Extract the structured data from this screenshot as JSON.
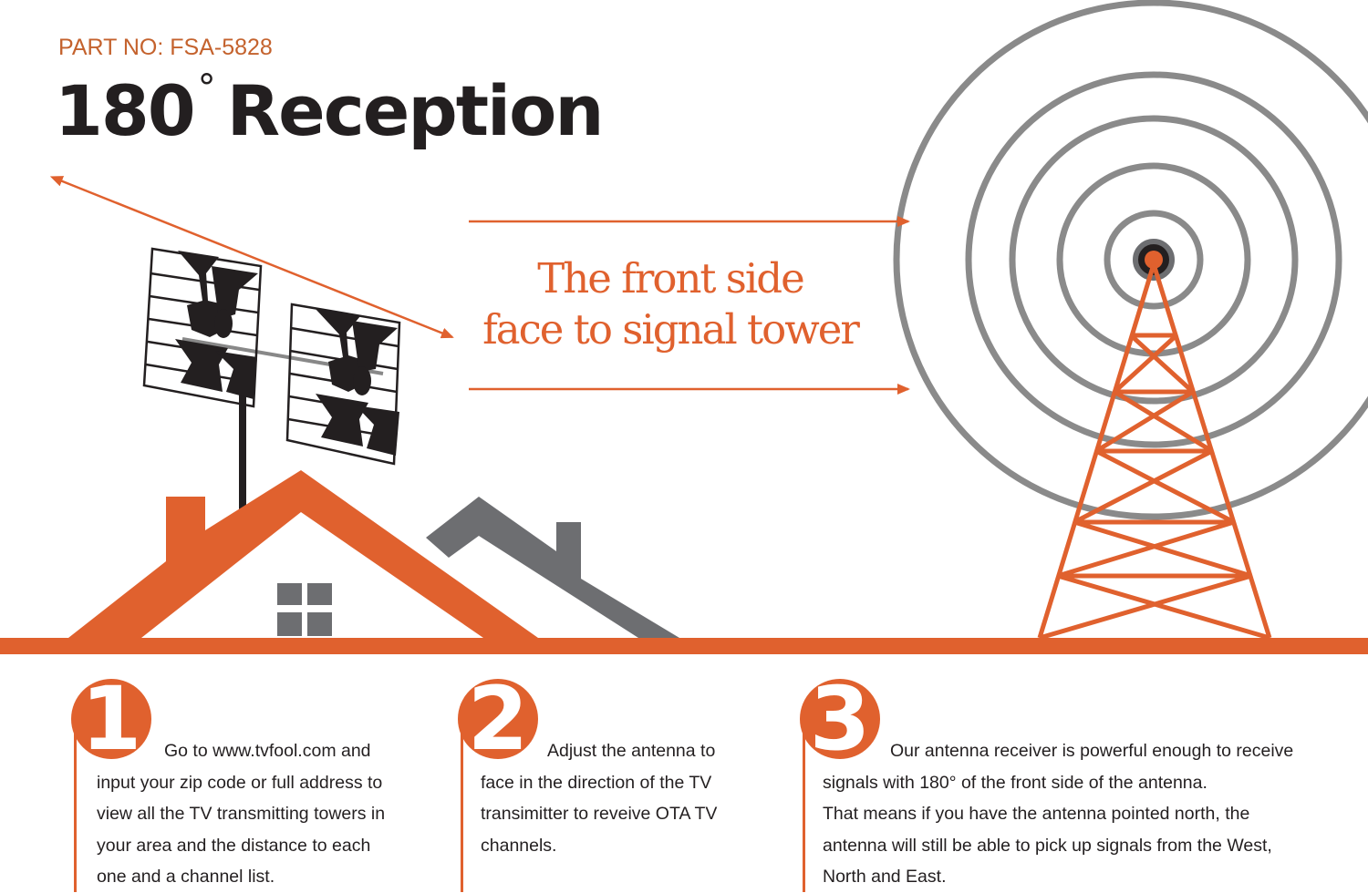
{
  "part_no": "PART NO: FSA-5828",
  "headline": {
    "number": "180",
    "degree": "°",
    "word": "Reception"
  },
  "tagline": {
    "line1": "The front side",
    "line2": "face to signal tower"
  },
  "colors": {
    "accent": "#e0612e",
    "part_no": "#c4622d",
    "dark": "#231f20",
    "gray": "#6d6e71",
    "ring_gray": "#8a8a8a"
  },
  "icons": [
    "antenna-icon",
    "house-icon",
    "tower-icon",
    "signal-rings-icon"
  ],
  "steps": [
    {
      "number": "1",
      "lines": [
        "Go to www.tvfool.com and",
        "input your zip code or full address to",
        "view all the TV transmitting towers in",
        "your area and the distance to each",
        "one and a channel list."
      ]
    },
    {
      "number": "2",
      "lines": [
        "Adjust the antenna to",
        "face in the direction of the TV",
        "transimitter to reveive OTA TV",
        "channels."
      ]
    },
    {
      "number": "3",
      "lines": [
        "Our antenna receiver is powerful enough to receive",
        "signals with 180° of the front side of the antenna.",
        "That means if you have the antenna pointed north, the",
        "antenna will still be able to pick up signals from the West,",
        "North and East."
      ]
    }
  ]
}
